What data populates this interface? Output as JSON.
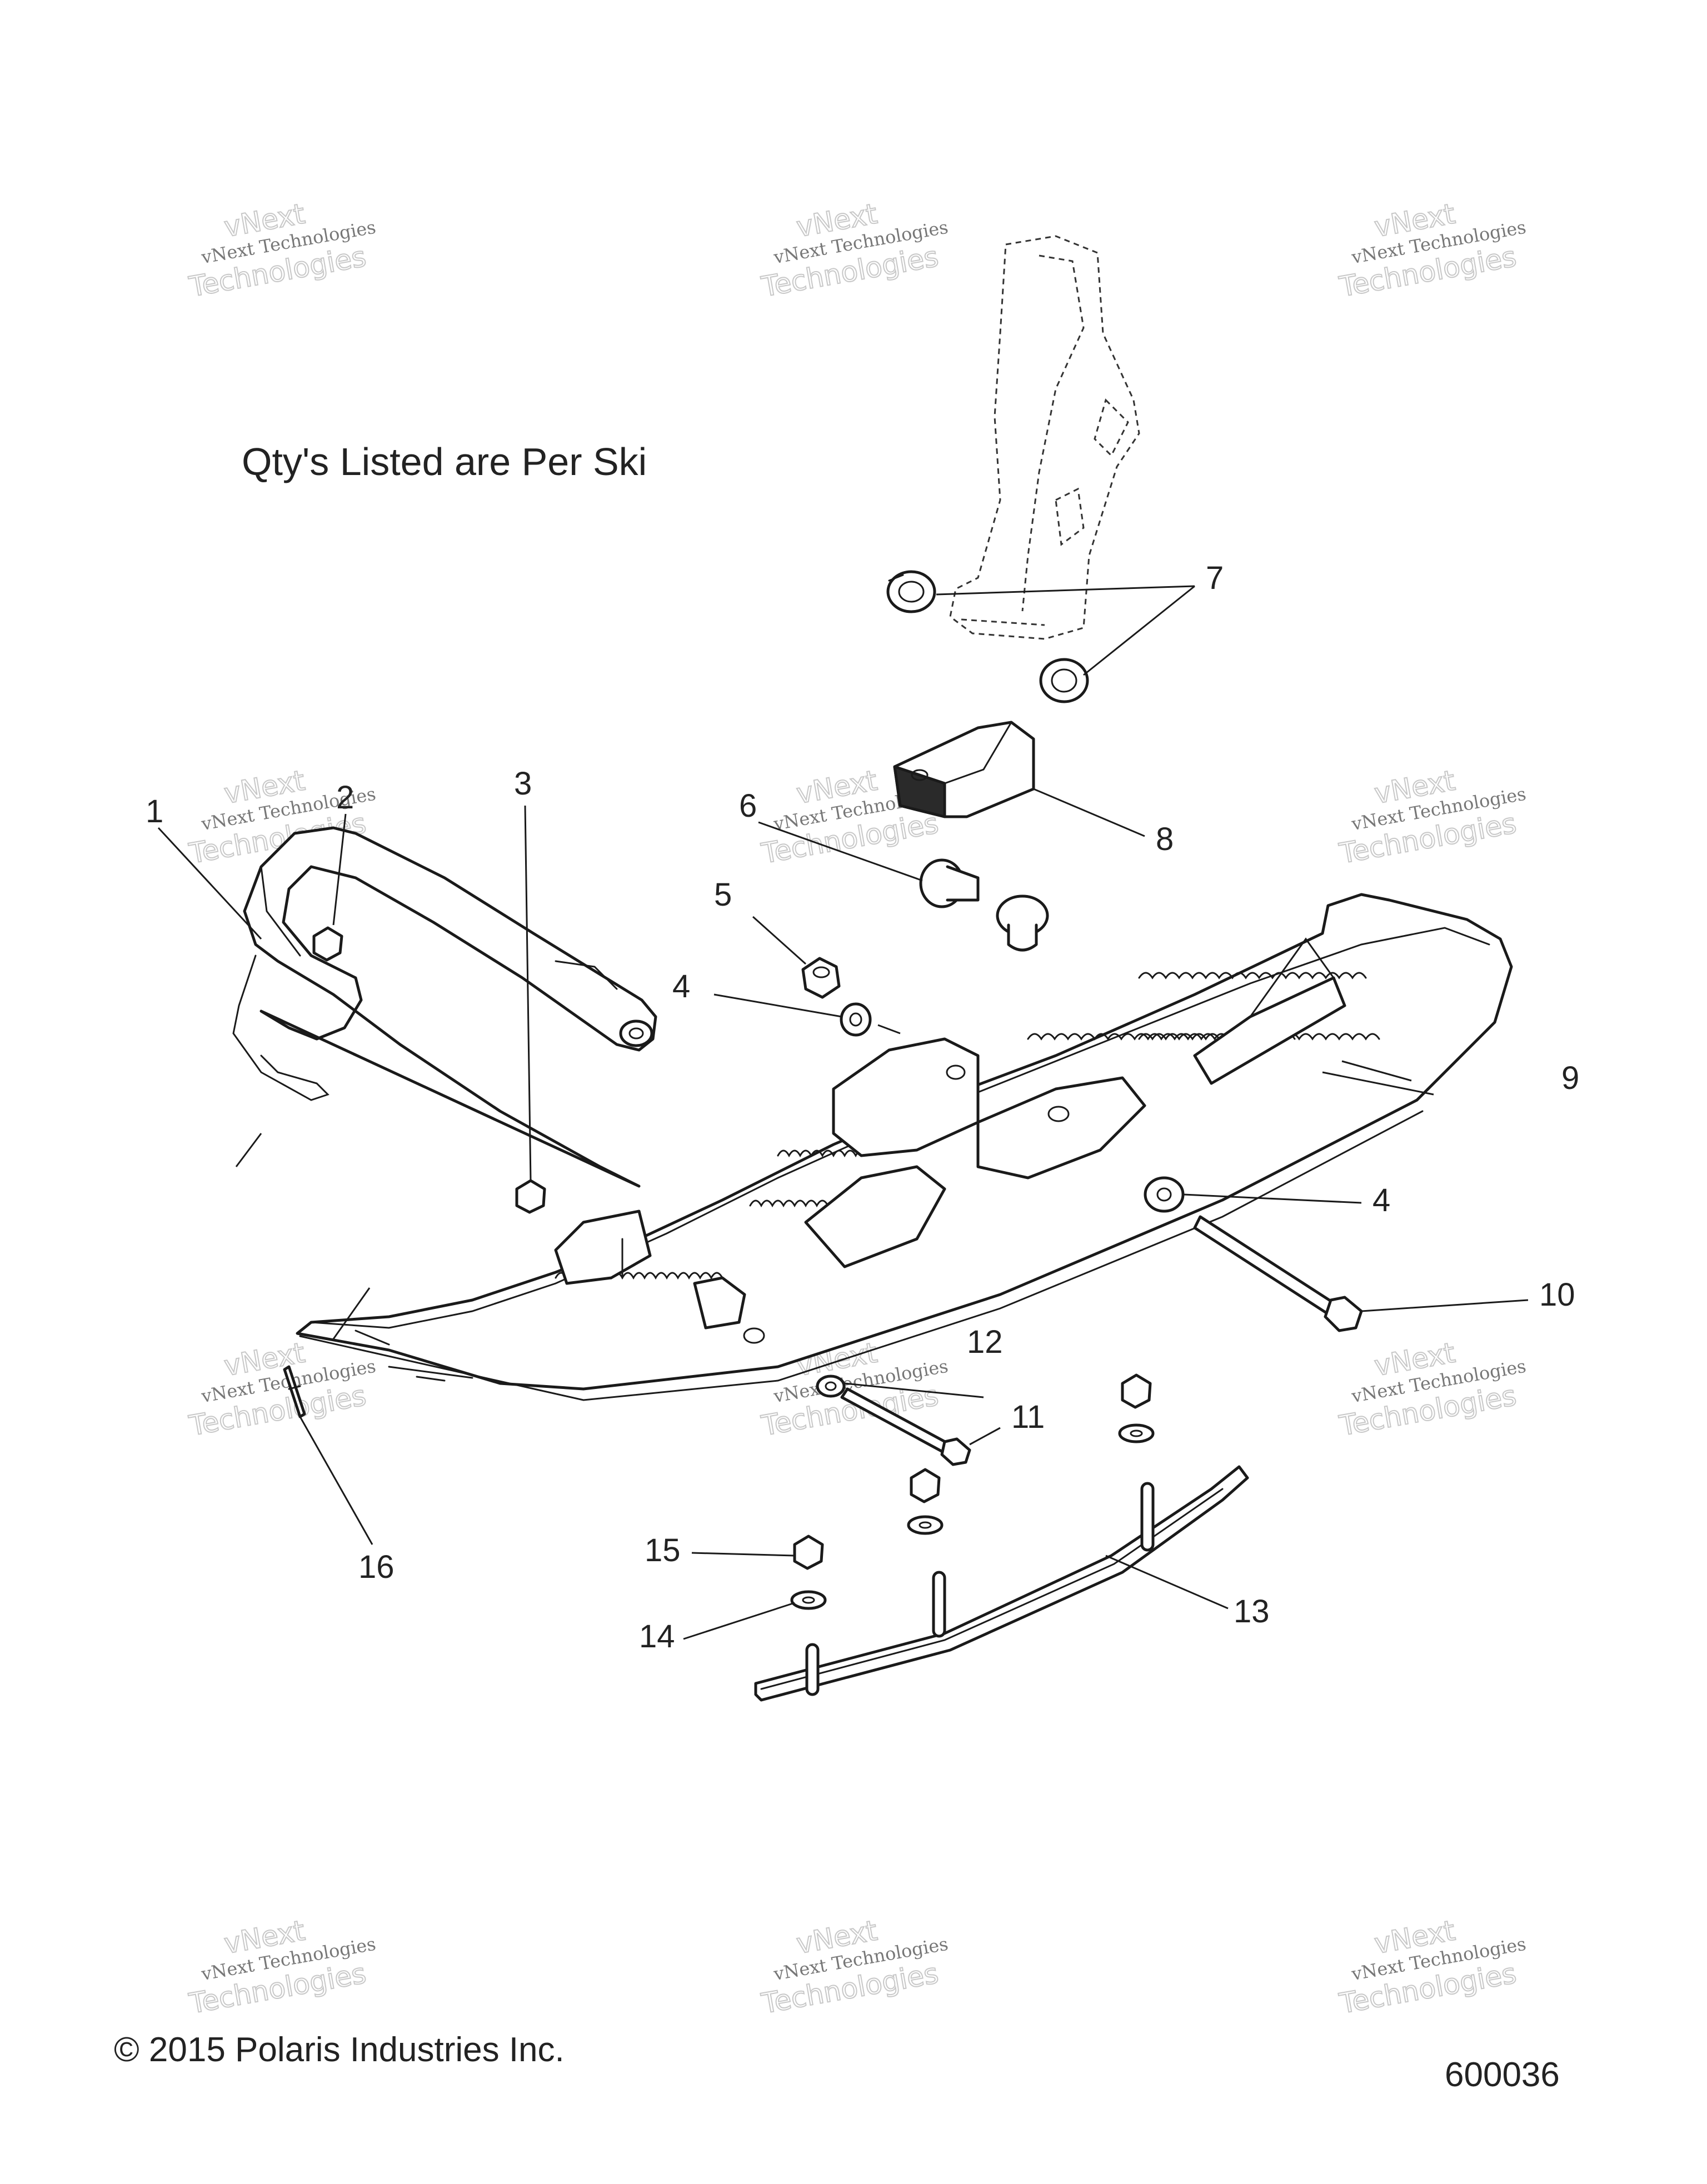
{
  "note": "Qty's Listed are Per Ski",
  "copyright": "© 2015 Polaris Industries Inc.",
  "diagram_id": "600036",
  "watermark": {
    "line1": "vNext",
    "line2": "vNext Technologies",
    "line3": "Technologies"
  },
  "callouts": [
    "1",
    "2",
    "3",
    "4",
    "5",
    "6",
    "7",
    "8",
    "9",
    "10",
    "11",
    "12",
    "13",
    "14",
    "15",
    "16"
  ],
  "colors": {
    "line": "#1a1a1a",
    "watermark": "#c8c8c8",
    "background": "#ffffff"
  }
}
